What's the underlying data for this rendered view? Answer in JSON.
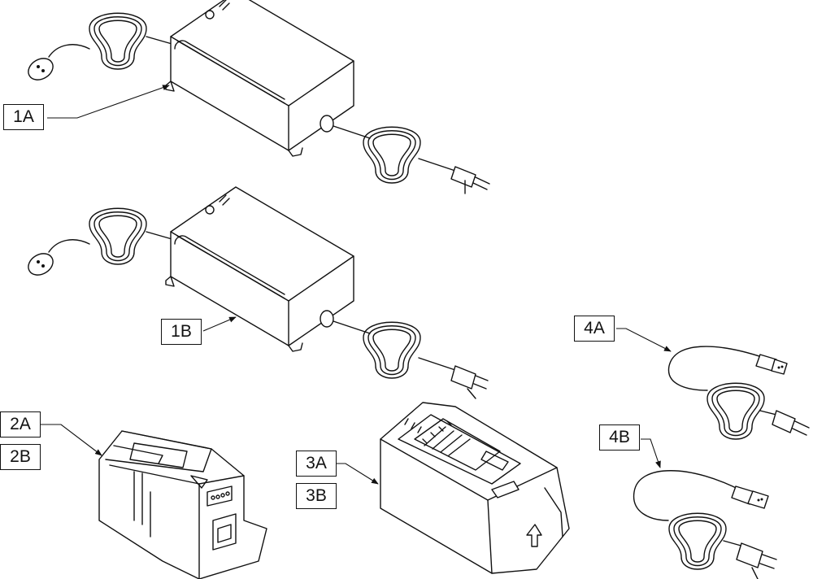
{
  "labels": {
    "l1a": "1A",
    "l1b": "1B",
    "l2a": "2A",
    "l2b": "2B",
    "l3a": "3A",
    "l3b": "3B",
    "l4a": "4A",
    "l4b": "4B"
  },
  "colors": {
    "line": "#111111",
    "background": "#ffffff"
  }
}
